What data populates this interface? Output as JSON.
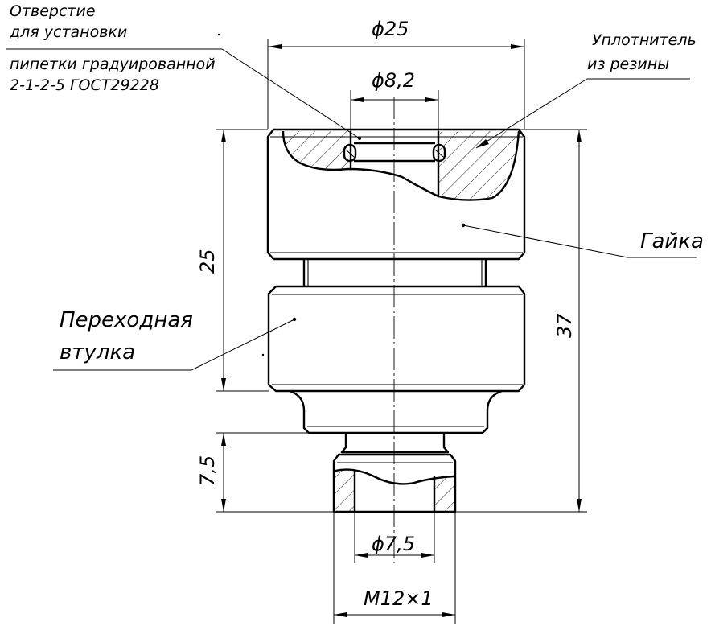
{
  "labels": {
    "hole_line1": "Отверстие",
    "hole_line2": "для установки",
    "hole_line3": "пипетки градуированной",
    "hole_line4": "2-1-2-5 ГОСТ29228",
    "seal_line1": "Уплотнитель",
    "seal_line2": "из резины",
    "nut": "Гайка",
    "bushing_line1": "Переходная",
    "bushing_line2": "втулка"
  },
  "dimensions": {
    "outer_diameter": "ϕ25",
    "hole_diameter": "ϕ8,2",
    "height_nut_bushing": "25",
    "total_height": "37",
    "thread_height": "7,5",
    "inner_diameter": "ϕ7,5",
    "thread": "M12×1"
  }
}
